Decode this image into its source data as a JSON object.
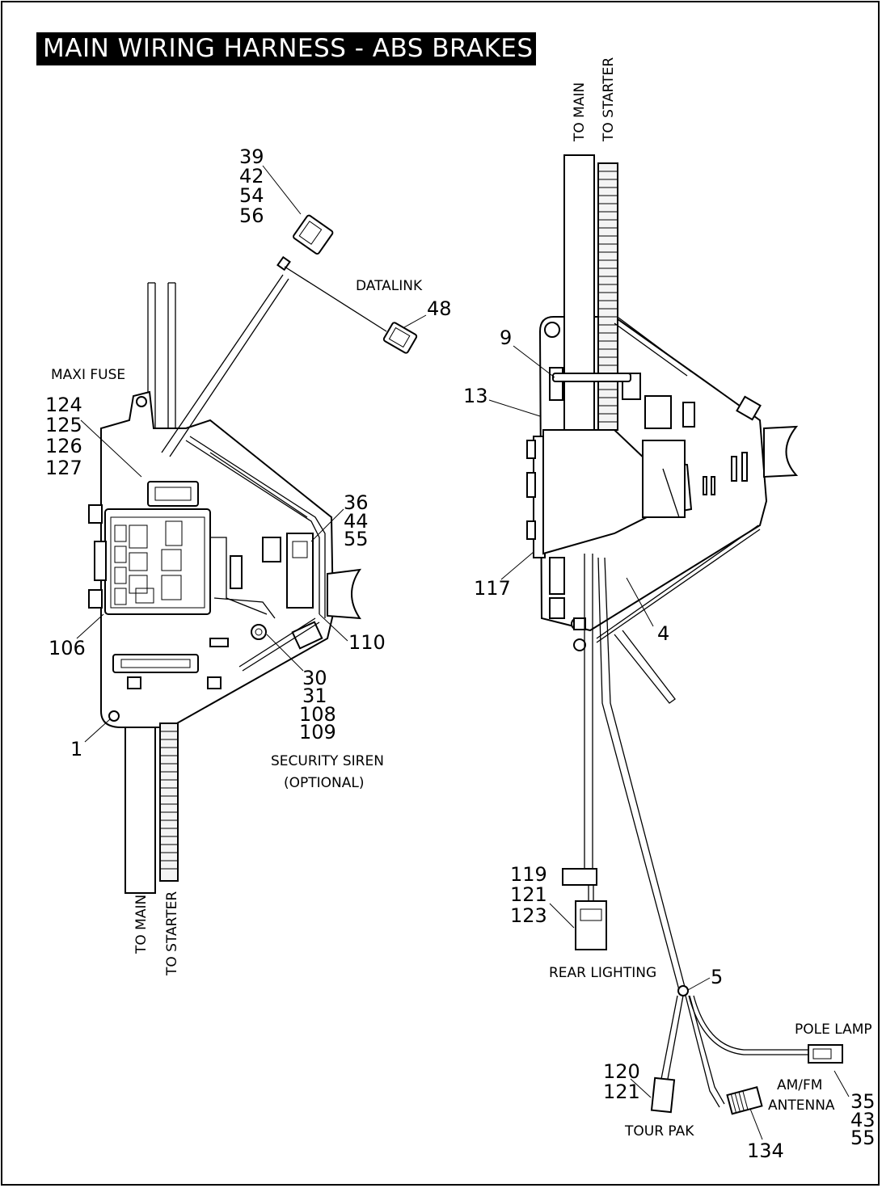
{
  "title": "MAIN WIRING HARNESS - ABS BRAKES",
  "labels": {
    "maxi_fuse": "MAXI FUSE",
    "datalink": "DATALINK",
    "security_siren": "SECURITY SIREN",
    "optional": "(OPTIONAL)",
    "to_main_left": "TO MAIN",
    "to_starter_left": "TO STARTER",
    "to_main_right": "TO MAIN",
    "to_starter_right": "TO  STARTER",
    "rear_lighting": "REAR LIGHTING",
    "pole_lamp": "POLE LAMP",
    "am_fm": "AM/FM",
    "antenna": "ANTENNA",
    "tour_pak": "TOUR PAK"
  },
  "callouts": {
    "c39": "39",
    "c42": "42",
    "c54": "54",
    "c56": "56",
    "c48": "48",
    "c124": "124",
    "c125": "125",
    "c126": "126",
    "c127": "127",
    "c36": "36",
    "c44": "44",
    "c55a": "55",
    "c110": "110",
    "c106": "106",
    "c30": "30",
    "c31": "31",
    "c108": "108",
    "c109": "109",
    "c1": "1",
    "c9": "9",
    "c13": "13",
    "c117": "117",
    "c4": "4",
    "c119": "119",
    "c121a": "121",
    "c123": "123",
    "c5": "5",
    "c120": "120",
    "c121b": "121",
    "c134": "134",
    "c35": "35",
    "c43": "43",
    "c55b": "55"
  }
}
